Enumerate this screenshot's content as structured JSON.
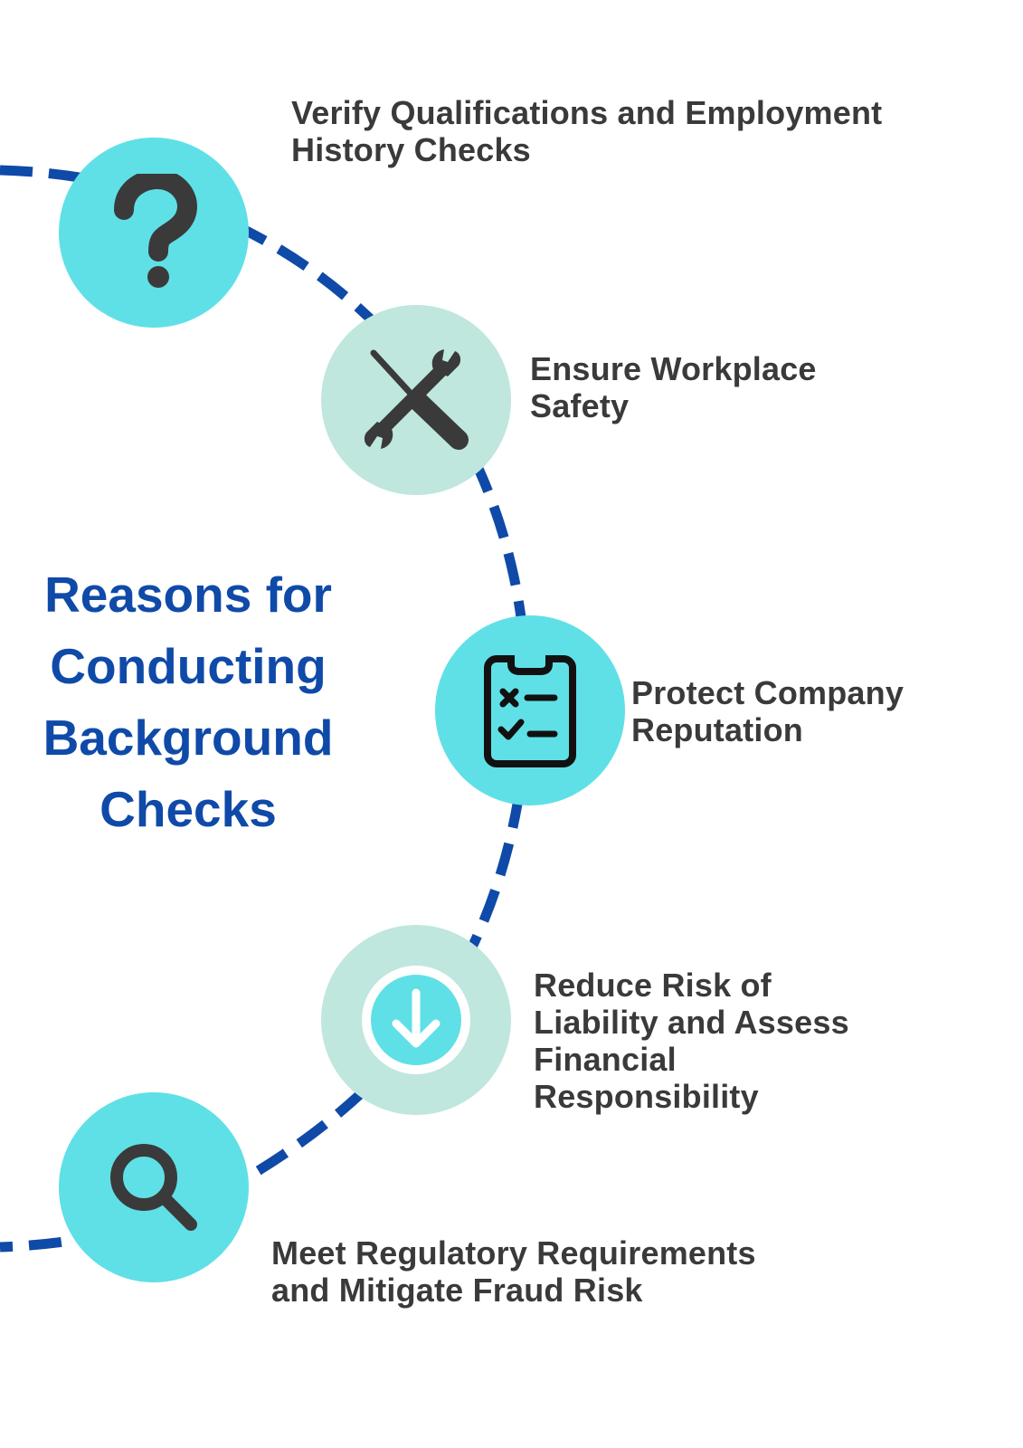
{
  "colors": {
    "arc": "#0f4aa8",
    "title": "#0f4aa8",
    "node_cyan": "#5fe0e6",
    "node_mint": "#bfe7de",
    "icon": "#3a3a3a",
    "label_text": "#3a3a3a"
  },
  "title": {
    "lines": [
      "Reasons for",
      "Conducting",
      "Background",
      "Checks"
    ]
  },
  "steps": [
    {
      "icon": "question-mark-icon",
      "label_lines": [
        "Verify Qualifications and Employment",
        "History Checks"
      ]
    },
    {
      "icon": "wrench-screwdriver-icon",
      "label_lines": [
        "Ensure Workplace",
        "Safety"
      ]
    },
    {
      "icon": "checklist-clipboard-icon",
      "label_lines": [
        "Protect Company",
        "Reputation"
      ]
    },
    {
      "icon": "down-arrow-circle-icon",
      "label_lines": [
        "Reduce Risk of",
        "Liability and Assess",
        "Financial",
        "Responsibility"
      ]
    },
    {
      "icon": "magnifying-glass-icon",
      "label_lines": [
        "Meet Regulatory Requirements",
        "and Mitigate Fraud Risk"
      ]
    }
  ]
}
